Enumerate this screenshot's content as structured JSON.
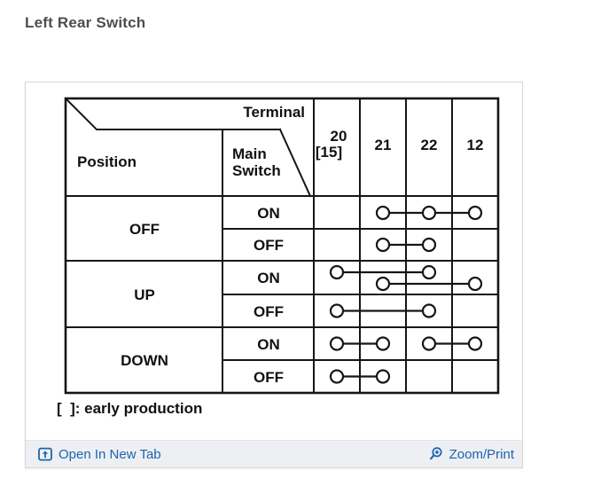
{
  "page_title": "Left Rear Switch",
  "diagram": {
    "corner": {
      "terminal_label": "Terminal",
      "position_label": "Position",
      "main_switch_label_line1": "Main",
      "main_switch_label_line2": "Switch"
    },
    "terminals": [
      {
        "id": "20",
        "label": "20",
        "sublabel": "[15]"
      },
      {
        "id": "21",
        "label": "21"
      },
      {
        "id": "22",
        "label": "22"
      },
      {
        "id": "12",
        "label": "12"
      }
    ],
    "positions": [
      {
        "label": "OFF"
      },
      {
        "label": "UP"
      },
      {
        "label": "DOWN"
      }
    ],
    "rows": [
      {
        "position": "OFF",
        "main_switch": "ON",
        "connections": [
          [
            "21",
            "22",
            "12"
          ]
        ]
      },
      {
        "position": "OFF",
        "main_switch": "OFF",
        "connections": [
          [
            "21",
            "22"
          ]
        ]
      },
      {
        "position": "UP",
        "main_switch": "ON",
        "connections": [
          [
            "20",
            "22"
          ],
          [
            "21",
            "12"
          ]
        ]
      },
      {
        "position": "UP",
        "main_switch": "OFF",
        "connections": [
          [
            "20",
            "22"
          ]
        ]
      },
      {
        "position": "DOWN",
        "main_switch": "ON",
        "connections": [
          [
            "20",
            "21"
          ],
          [
            "22",
            "12"
          ]
        ]
      },
      {
        "position": "DOWN",
        "main_switch": "OFF",
        "connections": [
          [
            "20",
            "21"
          ]
        ]
      }
    ],
    "footnote": "[  ]: early production"
  },
  "footer": {
    "open_in_new_tab_label": "Open In New Tab",
    "zoom_print_label": "Zoom/Print"
  },
  "colors": {
    "link": "#1d64ad",
    "table_ink": "#161616",
    "footer_bg": "#edeff3",
    "card_border": "#d5d7da",
    "title_text": "#4d4d4d"
  }
}
